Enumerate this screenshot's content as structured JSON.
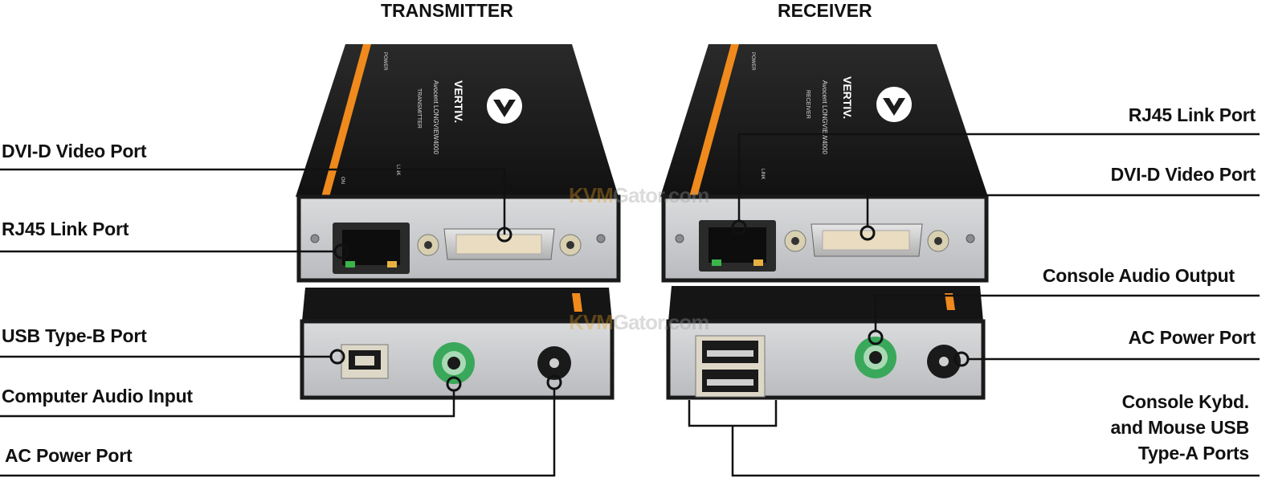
{
  "titles": {
    "transmitter": "TRANSMITTER",
    "receiver": "RECEIVER"
  },
  "transmitter_labels": {
    "dvi": "DVI-D Video Port",
    "rj45": "RJ45 Link Port",
    "usb_b": "USB Type-B Port",
    "audio_in": "Computer Audio Input",
    "ac_power": "AC Power Port"
  },
  "receiver_labels": {
    "rj45": "RJ45 Link Port",
    "dvi": "DVI-D Video Port",
    "audio_out": "Console Audio Output",
    "ac_power": "AC Power Port",
    "usb_a_line1": "Console Kybd.",
    "usb_a_line2": "and Mouse USB",
    "usb_a_line3": "Type-A  Ports"
  },
  "device_text": {
    "brand": "VERTIV.",
    "model": "Avocent LONGVIEW4000",
    "tx_role": "TRANSMITTER",
    "rx_role": "RECEIVER",
    "power": "POWER",
    "link": "LINK",
    "on": "ON"
  },
  "watermark": {
    "part1": "KVM",
    "part2": "Gator.com"
  },
  "colors": {
    "device_body": "#1c1c1c",
    "faceplate": "#c8cacc",
    "accent_orange": "#f08a1c",
    "audio_green": "#3aa85a",
    "leader_line": "#111111"
  }
}
